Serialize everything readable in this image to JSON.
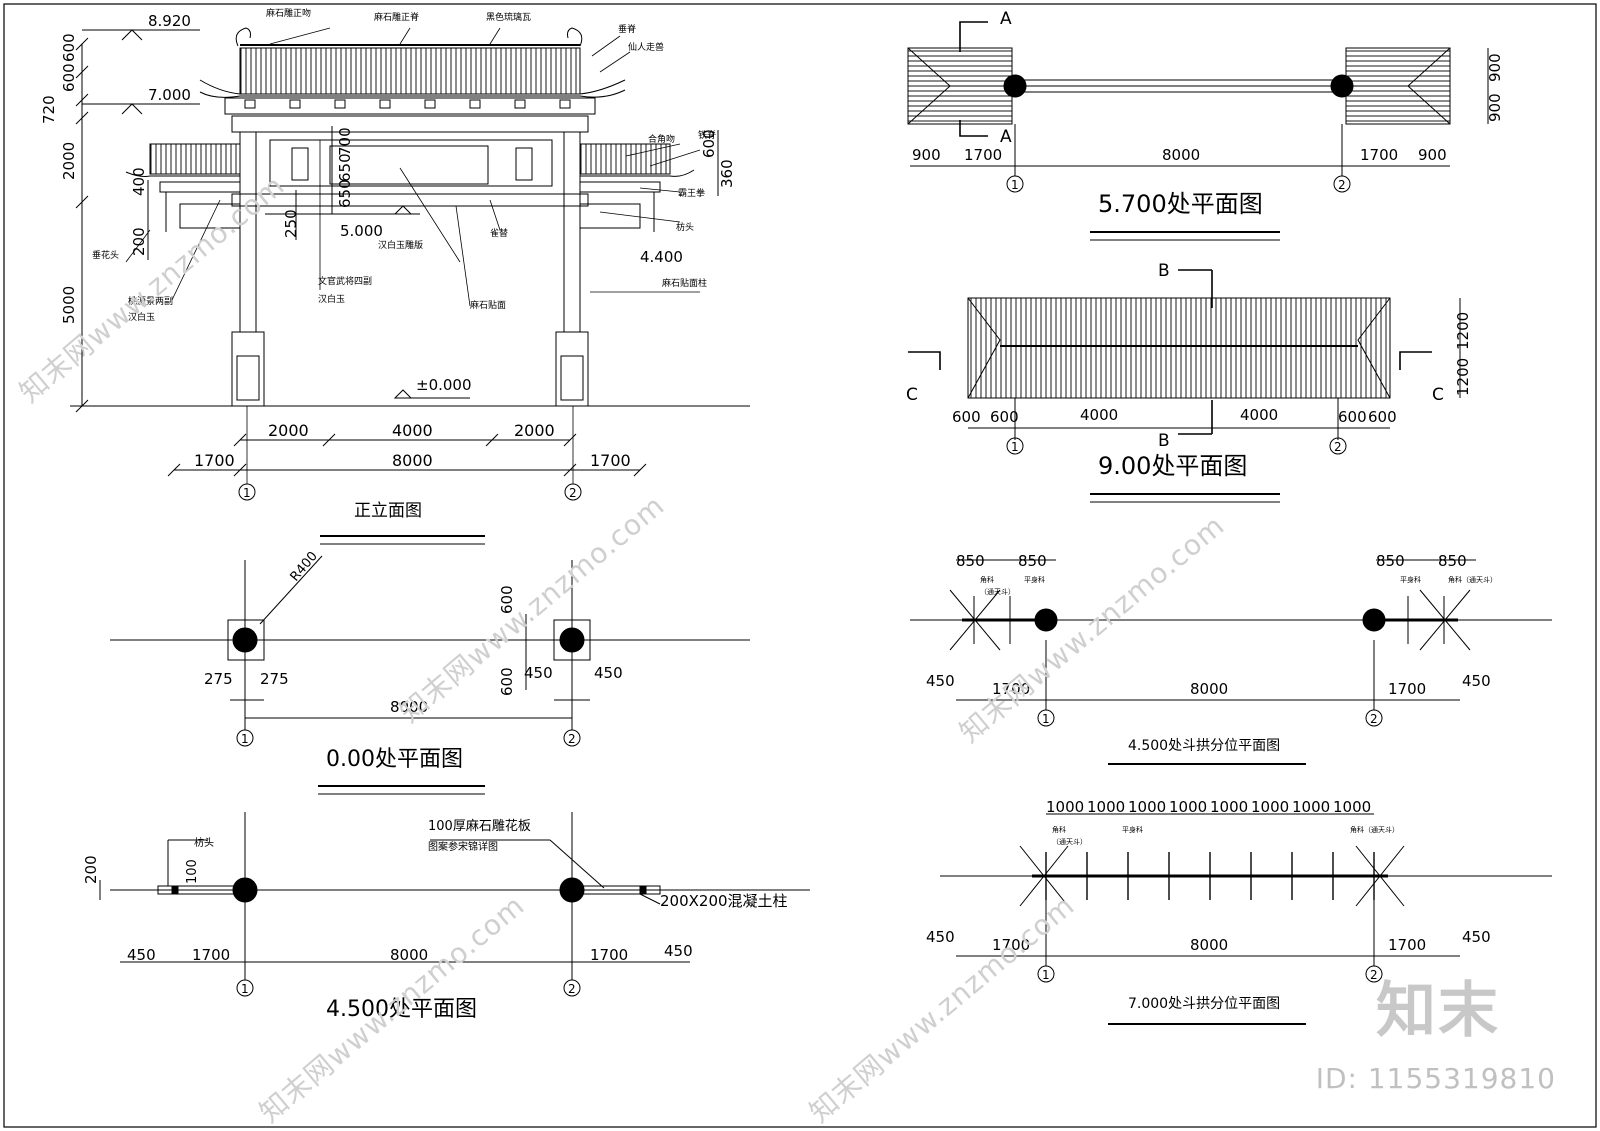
{
  "elevation": {
    "title": "正立面图",
    "levels": [
      "8.920",
      "7.000",
      "5.000",
      "4.400",
      "±0.000"
    ],
    "left_dims": [
      "600",
      "600",
      "720",
      "2000",
      "400",
      "200",
      "5000"
    ],
    "inner_dims": [
      "700",
      "650",
      "650",
      "250"
    ],
    "right_dims": [
      "600",
      "360"
    ],
    "bottom_dims": [
      "2000",
      "4000",
      "2000"
    ],
    "overall_dims": [
      "1700",
      "8000",
      "1700"
    ],
    "axes": [
      "1",
      "2"
    ],
    "callouts": {
      "c1": "麻石雕正吻",
      "c2": "麻石雕正脊",
      "c3": "黑色琉璃瓦",
      "c4": "垂脊",
      "c5": "仙人走兽",
      "c6": "合角吻",
      "c7": "铁脊",
      "c8": "霸王拳",
      "c9": "枋头",
      "c10": "麻石贴面柱",
      "c11": "垂花头",
      "c12": "桃源景两副",
      "c13": "汉白玉",
      "c14": "文官武将四副",
      "c15": "汉白玉",
      "c16": "汉白玉雕版",
      "c17": "雀替",
      "c18": "麻石贴面"
    }
  },
  "plan_000": {
    "title": "0.00处平面图",
    "radius": "R400",
    "dims": [
      "275",
      "275",
      "8000",
      "600",
      "600",
      "450",
      "450"
    ],
    "axes": [
      "1",
      "2"
    ]
  },
  "plan_4500": {
    "title": "4.500处平面图",
    "dims": [
      "450",
      "1700",
      "8000",
      "1700",
      "450",
      "200",
      "100"
    ],
    "notes": {
      "n1": "枋头",
      "n2": "100厚麻石雕花板",
      "n3": "图案参宋锦详图",
      "n4": "200X200混凝土柱"
    },
    "axes": [
      "1",
      "2"
    ]
  },
  "plan_5700": {
    "title": "5.700处平面图",
    "section": "A",
    "dims": [
      "900",
      "1700",
      "8000",
      "1700",
      "900"
    ],
    "side_dims": [
      "900",
      "900"
    ],
    "axes": [
      "1",
      "2"
    ]
  },
  "plan_900": {
    "title": "9.00处平面图",
    "sections": [
      "B",
      "C"
    ],
    "dims": [
      "600",
      "600",
      "4000",
      "4000",
      "600",
      "600"
    ],
    "side_dims": [
      "1200",
      "1200"
    ],
    "axes": [
      "1",
      "2"
    ]
  },
  "plan_4500_bracket": {
    "title": "4.500处斗拱分位平面图",
    "top_dims": [
      "850",
      "850",
      "850",
      "850"
    ],
    "labels": {
      "l1": "角科",
      "l2": "（通天斗）",
      "l3": "平身科",
      "l4": "平身科",
      "l5": "角科（通天斗）"
    },
    "dims": [
      "450",
      "1700",
      "8000",
      "1700",
      "450"
    ],
    "axes": [
      "1",
      "2"
    ]
  },
  "plan_7000_bracket": {
    "title": "7.000处斗拱分位平面图",
    "top_dims": [
      "1000",
      "1000",
      "1000",
      "1000",
      "1000",
      "1000",
      "1000",
      "1000"
    ],
    "labels": {
      "l1": "角科",
      "l2": "（通天斗）",
      "l3": "平身科",
      "l4": "角科（通天斗）"
    },
    "dims": [
      "450",
      "1700",
      "8000",
      "1700",
      "450"
    ],
    "axes": [
      "1",
      "2"
    ]
  },
  "watermark": {
    "text": "知末网www.znzmo.com",
    "brand": "知末",
    "id": "ID: 1155319810"
  }
}
